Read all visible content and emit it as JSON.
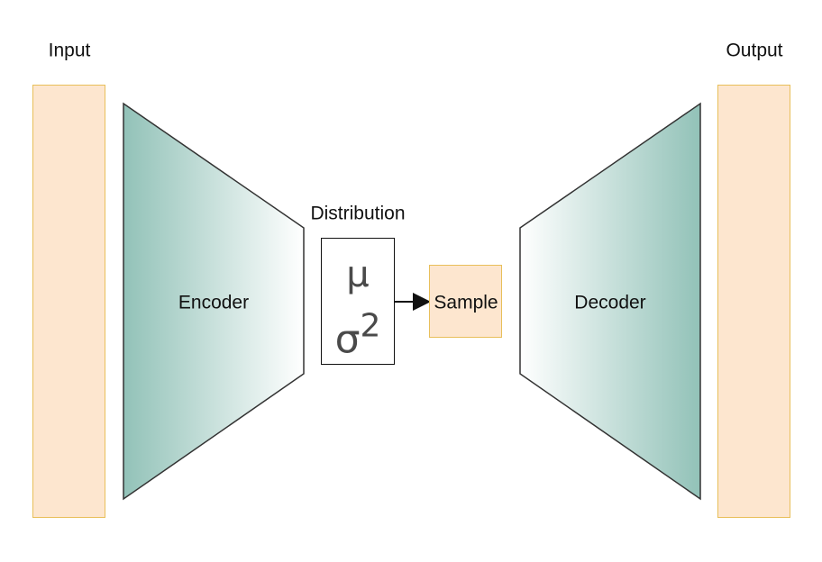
{
  "labels": {
    "input": "Input",
    "output": "Output",
    "encoder": "Encoder",
    "decoder": "Decoder",
    "distribution": "Distribution",
    "sample": "Sample"
  },
  "distribution_symbols": {
    "mu": "μ",
    "sigma": "σ",
    "sigma_exponent": "2"
  },
  "colors": {
    "io_fill": "#fde6cf",
    "io_border": "#e8bf5a",
    "trapezoid_dark": "#92c2b8",
    "trapezoid_light": "#ffffff",
    "stroke": "#111111"
  }
}
